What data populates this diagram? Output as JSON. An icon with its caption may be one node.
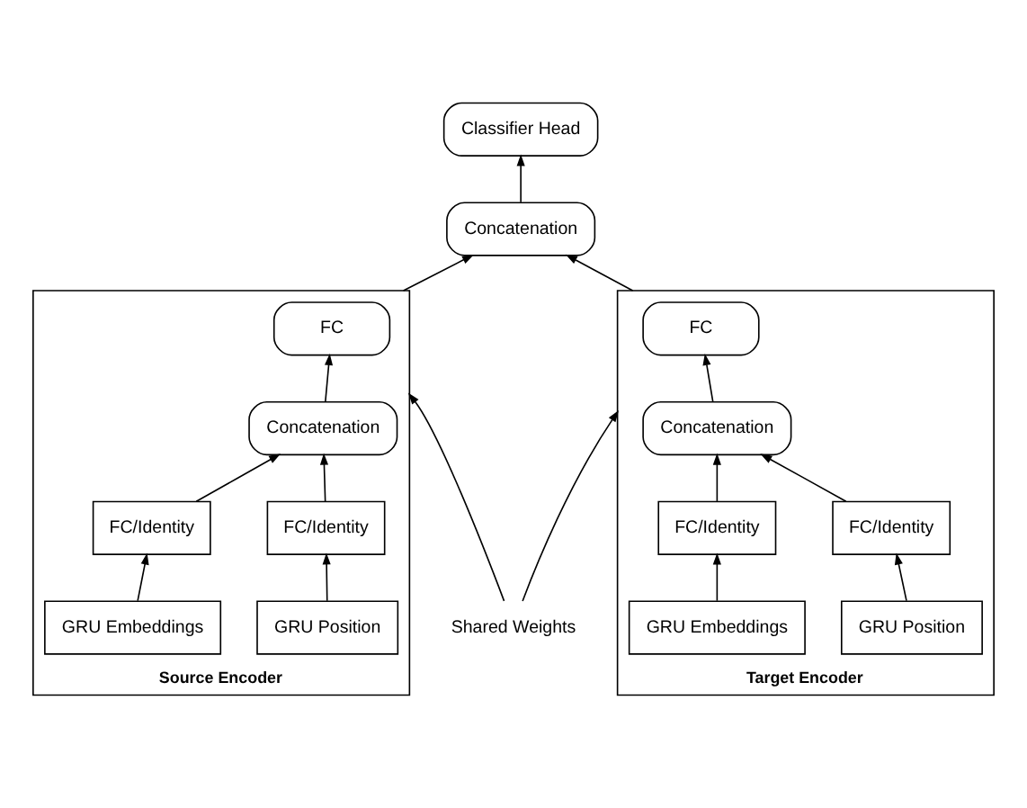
{
  "diagram": {
    "nodes": [
      {
        "text": [
          "Classifier Head"
        ]
      },
      {
        "text": [
          "Concatenation"
        ]
      },
      {
        "text": [
          "Source Encoder"
        ]
      },
      {
        "text": [
          "FC"
        ],
        "in": 2
      },
      {
        "text": [
          "Concatenation"
        ],
        "in": 2
      },
      {
        "text": [
          "FC/Identity"
        ],
        "in": 2
      },
      {
        "text": [
          "FC/Identity"
        ],
        "in": 2
      },
      {
        "text": [
          "GRU Position"
        ],
        "in": 2
      },
      {
        "text": [
          "GRU Embeddings"
        ],
        "in": 2
      },
      {
        "text": [
          "Shared Weights"
        ]
      },
      {
        "text": [
          "Target Encoder"
        ]
      },
      {
        "text": [
          "FC"
        ],
        "in": 10
      },
      {
        "text": [
          "Concatenation"
        ],
        "in": 10
      },
      {
        "text": [
          "FC/Identity"
        ],
        "in": 10
      },
      {
        "text": [
          "FC/Identity"
        ],
        "in": 10
      },
      {
        "text": [
          "GRU Position"
        ],
        "in": 10
      },
      {
        "text": [
          "GRU Embeddings"
        ],
        "in": 10
      }
    ],
    "edges": [
      {
        "from": 1,
        "to": 0,
        "arrow": "to"
      },
      {
        "from": 2,
        "to": 1,
        "arrow": "to"
      },
      {
        "from": 10,
        "to": 1,
        "arrow": "to"
      },
      {
        "from": 4,
        "to": 3,
        "arrow": "to"
      },
      {
        "from": 5,
        "to": 4,
        "arrow": "to"
      },
      {
        "from": 6,
        "to": 4,
        "arrow": "to"
      },
      {
        "from": 7,
        "to": 5,
        "arrow": "to"
      },
      {
        "from": 8,
        "to": 6,
        "arrow": "to"
      },
      {
        "from": 9,
        "to": 2,
        "arrow": "to"
      },
      {
        "from": 9,
        "to": 10,
        "arrow": "to"
      },
      {
        "from": 12,
        "to": 11,
        "arrow": "to"
      },
      {
        "from": 13,
        "to": 12,
        "arrow": "to"
      },
      {
        "from": 14,
        "to": 12,
        "arrow": "to"
      },
      {
        "from": 15,
        "to": 13,
        "arrow": "to"
      },
      {
        "from": 16,
        "to": 14,
        "arrow": "to"
      }
    ]
  }
}
